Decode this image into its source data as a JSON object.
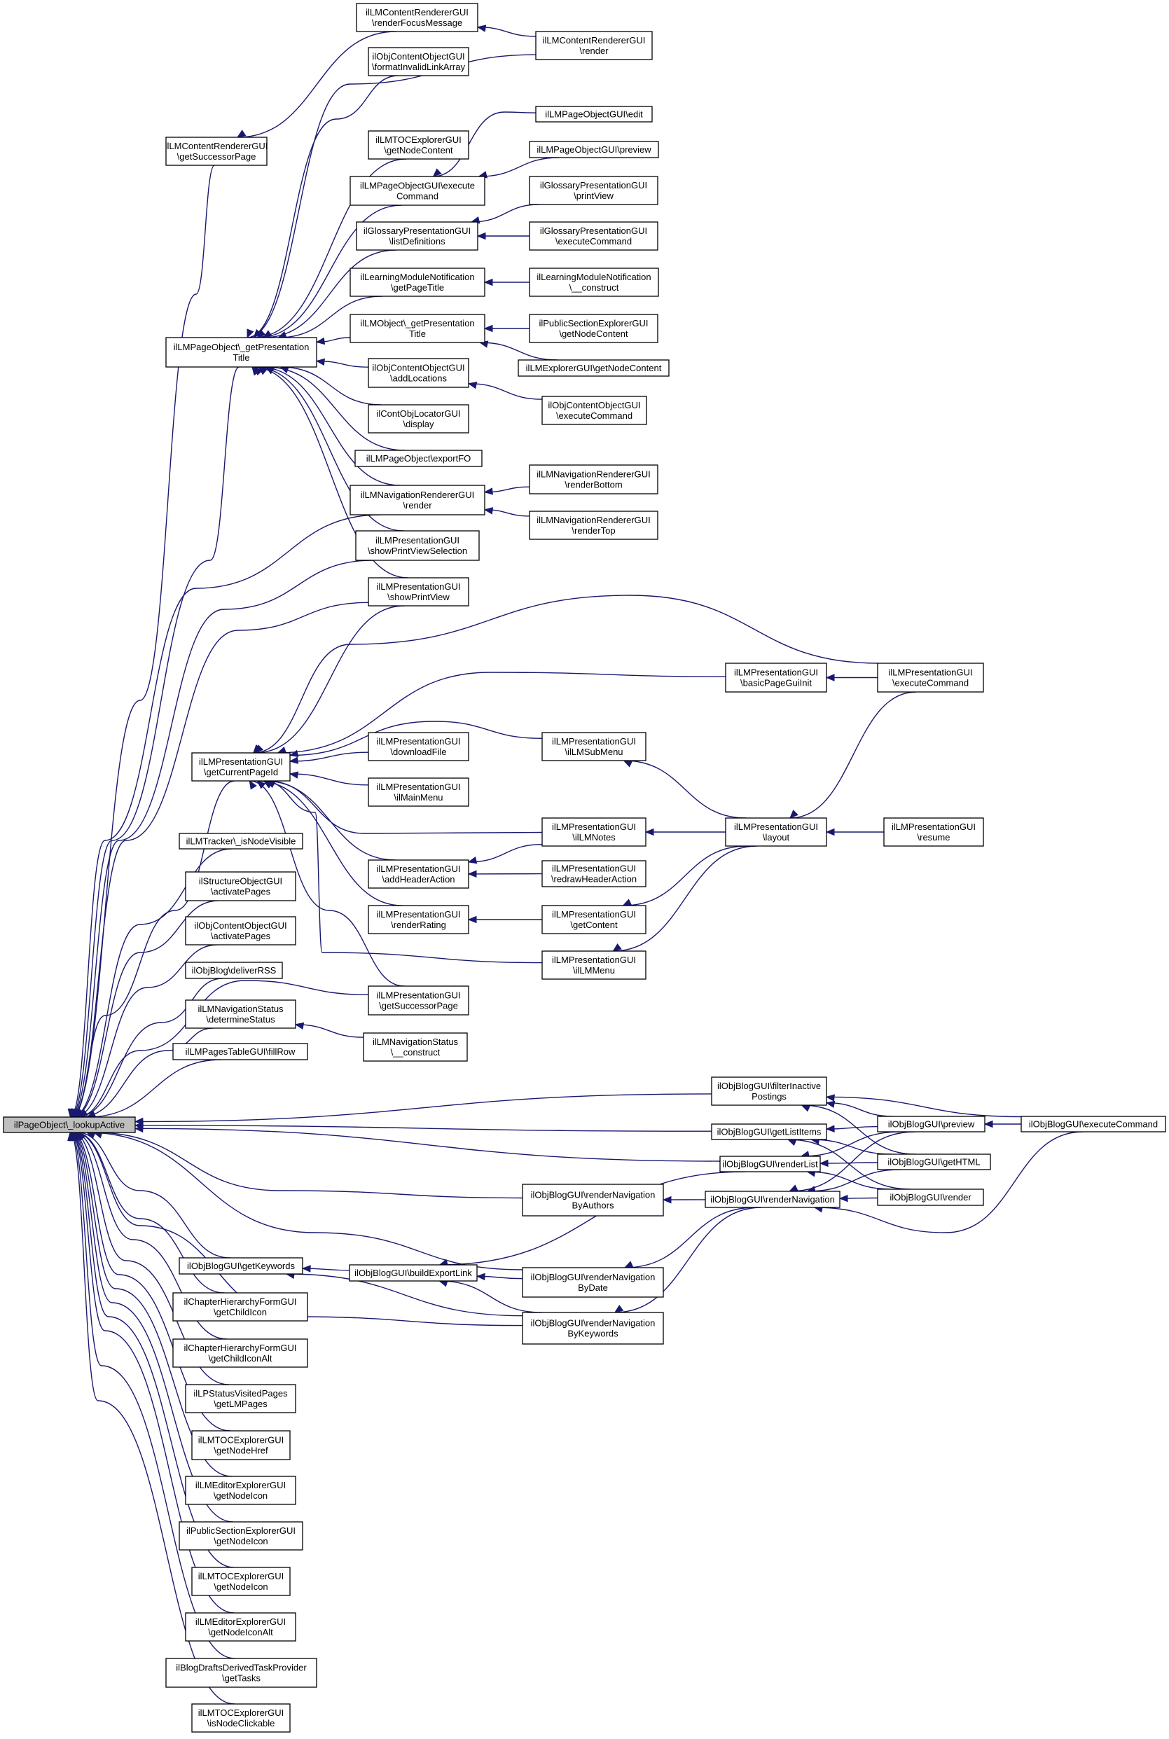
{
  "diagram": {
    "type": "call-graph",
    "colors": {
      "edge": "#191970",
      "root_fill": "#bfbfbf",
      "node_fill": "#ffffff",
      "node_border": "#000000"
    },
    "nodes": [
      {
        "id": "root",
        "lines": [
          "ilPageObject\\_lookupActive"
        ],
        "root": true
      },
      {
        "id": "n_successor",
        "lines": [
          "ilLMContentRendererGUI",
          "\\getSuccessorPage"
        ]
      },
      {
        "id": "n_pageobj_title",
        "lines": [
          "ilLMPageObject\\_getPresentation",
          "Title"
        ]
      },
      {
        "id": "n_getcurpage",
        "lines": [
          "ilLMPresentationGUI",
          "\\getCurrentPageId"
        ]
      },
      {
        "id": "n_tracker",
        "lines": [
          "ilLMTracker\\_isNodeVisible"
        ]
      },
      {
        "id": "n_struct_activate",
        "lines": [
          "ilStructureObjectGUI",
          "\\activatePages"
        ]
      },
      {
        "id": "n_content_activate",
        "lines": [
          "ilObjContentObjectGUI",
          "\\activatePages"
        ]
      },
      {
        "id": "n_rss",
        "lines": [
          "ilObjBlog\\deliverRSS"
        ]
      },
      {
        "id": "n_navstatus",
        "lines": [
          "ilLMNavigationStatus",
          "\\determineStatus"
        ]
      },
      {
        "id": "n_fillrow",
        "lines": [
          "ilLMPagesTableGUI\\fillRow"
        ]
      },
      {
        "id": "n_keywords",
        "lines": [
          "ilObjBlogGUI\\getKeywords"
        ]
      },
      {
        "id": "n_childicon",
        "lines": [
          "ilChapterHierarchyFormGUI",
          "\\getChildIcon"
        ]
      },
      {
        "id": "n_childiconalt",
        "lines": [
          "ilChapterHierarchyFormGUI",
          "\\getChildIconAlt"
        ]
      },
      {
        "id": "n_lpstatus",
        "lines": [
          "ilLPStatusVisitedPages",
          "\\getLMPages"
        ]
      },
      {
        "id": "n_toc_href",
        "lines": [
          "ilLMTOCExplorerGUI",
          "\\getNodeHref"
        ]
      },
      {
        "id": "n_editor_icon",
        "lines": [
          "ilLMEditorExplorerGUI",
          "\\getNodeIcon"
        ]
      },
      {
        "id": "n_public_icon",
        "lines": [
          "ilPublicSectionExplorerGUI",
          "\\getNodeIcon"
        ]
      },
      {
        "id": "n_toc_icon",
        "lines": [
          "ilLMTOCExplorerGUI",
          "\\getNodeIcon"
        ]
      },
      {
        "id": "n_editor_iconalt",
        "lines": [
          "ilLMEditorExplorerGUI",
          "\\getNodeIconAlt"
        ]
      },
      {
        "id": "n_drafts",
        "lines": [
          "ilBlogDraftsDerivedTaskProvider",
          "\\getTasks"
        ]
      },
      {
        "id": "n_toc_click",
        "lines": [
          "ilLMTOCExplorerGUI",
          "\\isNodeClickable"
        ]
      },
      {
        "id": "n_focus",
        "lines": [
          "ilLMContentRendererGUI",
          "\\renderFocusMessage"
        ]
      },
      {
        "id": "n_invalid",
        "lines": [
          "ilObjContentObjectGUI",
          "\\formatInvalidLinkArray"
        ]
      },
      {
        "id": "n_toc_content",
        "lines": [
          "ilLMTOCExplorerGUI",
          "\\getNodeContent"
        ]
      },
      {
        "id": "n_pageobjgui_exec",
        "lines": [
          "ilLMPageObjectGUI\\execute",
          "Command"
        ]
      },
      {
        "id": "n_gloss_list",
        "lines": [
          "ilGlossaryPresentationGUI",
          "\\listDefinitions"
        ]
      },
      {
        "id": "n_lmnotif_title",
        "lines": [
          "ilLearningModuleNotification",
          "\\getPageTitle"
        ]
      },
      {
        "id": "n_lmobject_title",
        "lines": [
          "ilLMObject\\_getPresentation",
          "Title"
        ]
      },
      {
        "id": "n_addloc",
        "lines": [
          "ilObjContentObjectGUI",
          "\\addLocations"
        ]
      },
      {
        "id": "n_locator",
        "lines": [
          "ilContObjLocatorGUI",
          "\\display"
        ]
      },
      {
        "id": "n_exportfo",
        "lines": [
          "ilLMPageObject\\exportFO"
        ]
      },
      {
        "id": "n_navrend",
        "lines": [
          "ilLMNavigationRendererGUI",
          "\\render"
        ]
      },
      {
        "id": "n_printsel",
        "lines": [
          "ilLMPresentationGUI",
          "\\showPrintViewSelection"
        ]
      },
      {
        "id": "n_printview",
        "lines": [
          "ilLMPresentationGUI",
          "\\showPrintView"
        ]
      },
      {
        "id": "n_download",
        "lines": [
          "ilLMPresentationGUI",
          "\\downloadFile"
        ]
      },
      {
        "id": "n_mainmenu",
        "lines": [
          "ilLMPresentationGUI",
          "\\ilMainMenu"
        ]
      },
      {
        "id": "n_headeraction",
        "lines": [
          "ilLMPresentationGUI",
          "\\addHeaderAction"
        ]
      },
      {
        "id": "n_rating",
        "lines": [
          "ilLMPresentationGUI",
          "\\renderRating"
        ]
      },
      {
        "id": "n_pres_succ",
        "lines": [
          "ilLMPresentationGUI",
          "\\getSuccessorPage"
        ]
      },
      {
        "id": "n_navstatus_con",
        "lines": [
          "ilLMNavigationStatus",
          "\\__construct"
        ]
      },
      {
        "id": "n_buildexport",
        "lines": [
          "ilObjBlogGUI\\buildExportLink"
        ]
      },
      {
        "id": "n_content_render",
        "lines": [
          "ilLMContentRendererGUI",
          "\\render"
        ]
      },
      {
        "id": "n_pog_edit",
        "lines": [
          "ilLMPageObjectGUI\\edit"
        ]
      },
      {
        "id": "n_pog_preview",
        "lines": [
          "ilLMPageObjectGUI\\preview"
        ]
      },
      {
        "id": "n_gloss_print",
        "lines": [
          "ilGlossaryPresentationGUI",
          "\\printView"
        ]
      },
      {
        "id": "n_gloss_exec",
        "lines": [
          "ilGlossaryPresentationGUI",
          "\\executeCommand"
        ]
      },
      {
        "id": "n_lmnotif_con",
        "lines": [
          "ilLearningModuleNotification",
          "\\__construct"
        ]
      },
      {
        "id": "n_public_content",
        "lines": [
          "ilPublicSectionExplorerGUI",
          "\\getNodeContent"
        ]
      },
      {
        "id": "n_lmexplorer",
        "lines": [
          "ilLMExplorerGUI\\getNodeContent"
        ]
      },
      {
        "id": "n_coo_exec",
        "lines": [
          "ilObjContentObjectGUI",
          "\\executeCommand"
        ]
      },
      {
        "id": "n_nav_bottom",
        "lines": [
          "ilLMNavigationRendererGUI",
          "\\renderBottom"
        ]
      },
      {
        "id": "n_nav_top",
        "lines": [
          "ilLMNavigationRendererGUI",
          "\\renderTop"
        ]
      },
      {
        "id": "n_basicinit",
        "lines": [
          "ilLMPresentationGUI",
          "\\basicPageGuiInit"
        ]
      },
      {
        "id": "n_submenu",
        "lines": [
          "ilLMPresentationGUI",
          "\\ilLMSubMenu"
        ]
      },
      {
        "id": "n_notes",
        "lines": [
          "ilLMPresentationGUI",
          "\\ilLMNotes"
        ]
      },
      {
        "id": "n_redraw",
        "lines": [
          "ilLMPresentationGUI",
          "\\redrawHeaderAction"
        ]
      },
      {
        "id": "n_getcontent",
        "lines": [
          "ilLMPresentationGUI",
          "\\getContent"
        ]
      },
      {
        "id": "n_lmmenu",
        "lines": [
          "ilLMPresentationGUI",
          "\\ilLMMenu"
        ]
      },
      {
        "id": "n_filter",
        "lines": [
          "ilObjBlogGUI\\filterInactive",
          "Postings"
        ]
      },
      {
        "id": "n_listitems",
        "lines": [
          "ilObjBlogGUI\\getListItems"
        ]
      },
      {
        "id": "n_renderlist",
        "lines": [
          "ilObjBlogGUI\\renderList"
        ]
      },
      {
        "id": "n_navauthors",
        "lines": [
          "ilObjBlogGUI\\renderNavigation",
          "ByAuthors"
        ]
      },
      {
        "id": "n_navdate",
        "lines": [
          "ilObjBlogGUI\\renderNavigation",
          "ByDate"
        ]
      },
      {
        "id": "n_navkeywords",
        "lines": [
          "ilObjBlogGUI\\renderNavigation",
          "ByKeywords"
        ]
      },
      {
        "id": "n_pres_exec",
        "lines": [
          "ilLMPresentationGUI",
          "\\executeCommand"
        ]
      },
      {
        "id": "n_layout",
        "lines": [
          "ilLMPresentationGUI",
          "\\layout"
        ]
      },
      {
        "id": "n_rendernav",
        "lines": [
          "ilObjBlogGUI\\renderNavigation"
        ]
      },
      {
        "id": "n_resume",
        "lines": [
          "ilLMPresentationGUI",
          "\\resume"
        ]
      },
      {
        "id": "n_blog_preview",
        "lines": [
          "ilObjBlogGUI\\preview"
        ]
      },
      {
        "id": "n_blog_html",
        "lines": [
          "ilObjBlogGUI\\getHTML"
        ]
      },
      {
        "id": "n_blog_render",
        "lines": [
          "ilObjBlogGUI\\render"
        ]
      },
      {
        "id": "n_blog_exec",
        "lines": [
          "ilObjBlogGUI\\executeCommand"
        ]
      }
    ]
  }
}
